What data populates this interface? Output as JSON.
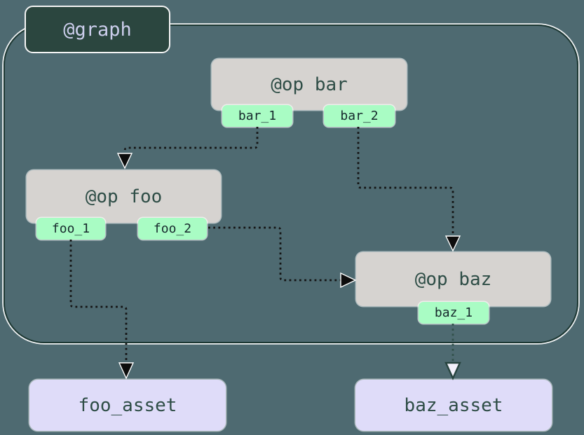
{
  "diagram": {
    "graph_label": "@graph",
    "ops": [
      {
        "name": "bar",
        "label": "@op bar",
        "outputs": [
          "bar_1",
          "bar_2"
        ]
      },
      {
        "name": "foo",
        "label": "@op foo",
        "outputs": [
          "foo_1",
          "foo_2"
        ]
      },
      {
        "name": "baz",
        "label": "@op baz",
        "outputs": [
          "baz_1"
        ]
      }
    ],
    "assets": [
      {
        "name": "foo_asset",
        "label": "foo_asset"
      },
      {
        "name": "baz_asset",
        "label": "baz_asset"
      }
    ],
    "edges": [
      {
        "from": "bar_1",
        "to": "op foo"
      },
      {
        "from": "bar_2",
        "to": "op baz"
      },
      {
        "from": "foo_2",
        "to": "op baz"
      },
      {
        "from": "foo_1",
        "to": "foo_asset"
      },
      {
        "from": "baz_1",
        "to": "baz_asset"
      }
    ],
    "colors": {
      "background": "#4e6a71",
      "graph_border": "#1d3833",
      "graph_label_bg": "#2b463f",
      "graph_label_text": "#ccceec",
      "op_box_bg": "#d6d3d0",
      "op_text": "#2e4d46",
      "output_tab_bg": "#a9fcc4",
      "output_tab_text": "#16282c",
      "asset_box_bg": "#dfdcf9",
      "edge_color": "#141414",
      "asset_edge_color": "#31504a"
    }
  }
}
